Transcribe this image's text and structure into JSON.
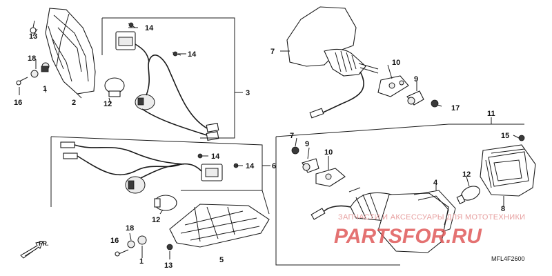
{
  "diagram_code": "MFL4F2600",
  "direction_label": "FR.",
  "watermark": {
    "line1": "ЗАПЧАСТИ И АКСЕССУАРЫ ДЛЯ МОТОТЕХНИКИ",
    "line2": "PARTSFOR.RU"
  },
  "labels": {
    "p1a": "1",
    "p1b": "1",
    "p2": "2",
    "p3": "3",
    "p4": "4",
    "p5": "5",
    "p6": "6",
    "p7a": "7",
    "p7b": "7",
    "p8": "8",
    "p9a": "9",
    "p9b": "9",
    "p10a": "10",
    "p10b": "10",
    "p11": "11",
    "p12a": "12",
    "p12b": "12",
    "p12c": "12",
    "p13a": "13",
    "p13b": "13",
    "p14a": "14",
    "p14b": "14",
    "p14c": "14",
    "p14d": "14",
    "p15": "15",
    "p16a": "16",
    "p16b": "16",
    "p17": "17",
    "p18a": "18",
    "p18b": "18"
  }
}
